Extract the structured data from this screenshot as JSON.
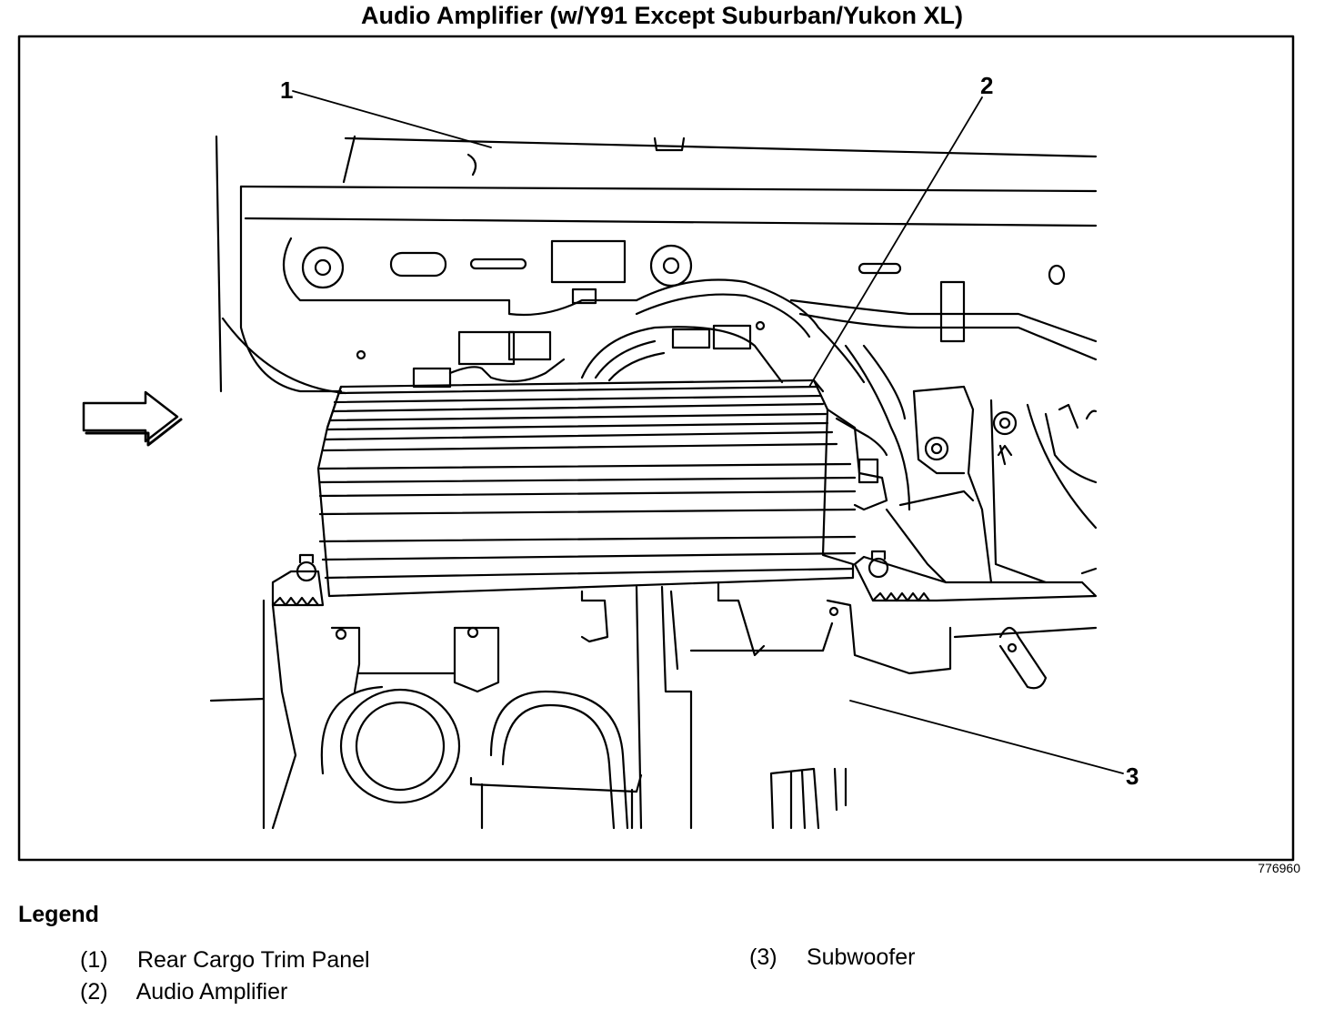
{
  "title": "Audio Amplifier (w/Y91 Except Suburban/Yukon XL)",
  "figure_id": "776960",
  "callouts": [
    "1",
    "2",
    "3"
  ],
  "legend": {
    "title": "Legend",
    "items": [
      {
        "num": "(1)",
        "label": "Rear Cargo Trim Panel"
      },
      {
        "num": "(2)",
        "label": "Audio Amplifier"
      },
      {
        "num": "(3)",
        "label": "Subwoofer"
      }
    ]
  },
  "icons": [
    "view-direction-arrow-icon"
  ]
}
